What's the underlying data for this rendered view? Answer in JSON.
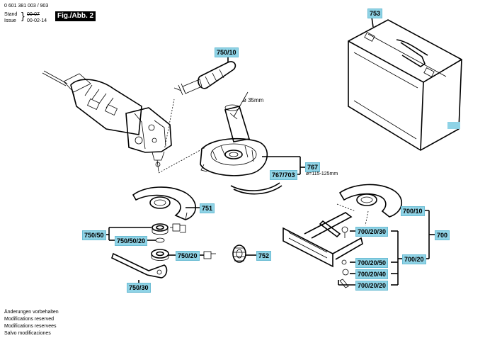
{
  "header": {
    "part_number": "0 601 381 003 / 903",
    "stand_label": "Stand",
    "issue_label": "Issue",
    "old_date": "00-07",
    "new_date": "00-02-14",
    "figure_label": "Fig./Abb. 2"
  },
  "labels": {
    "l750_10": "750/10",
    "l753": "753",
    "l767": "767",
    "l767_703": "767/703",
    "l751": "751",
    "l750_50": "750/50",
    "l750_50_20": "750/50/20",
    "l750_20": "750/20",
    "l752": "752",
    "l750_30": "750/30",
    "l700_10": "700/10",
    "l700": "700",
    "l700_20_30": "700/20/30",
    "l700_20": "700/20",
    "l700_20_50": "700/20/50",
    "l700_20_40": "700/20/40",
    "l700_20_20": "700/20/20"
  },
  "annotations": {
    "diameter": "ø 35mm",
    "range": "ø=115-125mm"
  },
  "footer": {
    "line1": "Änderungen vorbehalten",
    "line2": "Modifications reserved",
    "line3": "Modifications reservees",
    "line4": "Salvo modificaciones"
  }
}
